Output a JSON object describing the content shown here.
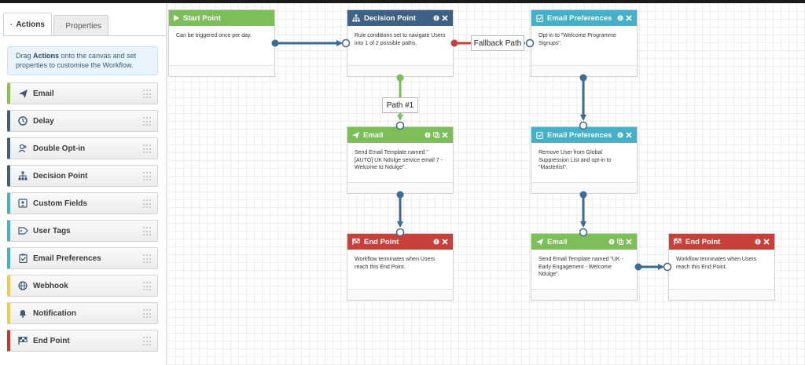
{
  "sidebar": {
    "tabs": [
      {
        "label": "Actions"
      },
      {
        "label": "Properties"
      }
    ],
    "info": {
      "prefix": "Drag ",
      "bold": "Actions",
      "suffix": " onto the canvas and set properties to customise the Workflow."
    },
    "actions": [
      {
        "label": "Email",
        "icon": "paper-plane-icon",
        "color": "#8bc34a"
      },
      {
        "label": "Delay",
        "icon": "clock-icon",
        "color": "#3f5f7a"
      },
      {
        "label": "Double Opt-in",
        "icon": "user-plus-icon",
        "color": "#3f5f7a"
      },
      {
        "label": "Decision Point",
        "icon": "sitemap-icon",
        "color": "#3f5f7a"
      },
      {
        "label": "Custom Fields",
        "icon": "id-card-icon",
        "color": "#45b1c9"
      },
      {
        "label": "User Tags",
        "icon": "tag-icon",
        "color": "#45b1c9"
      },
      {
        "label": "Email Preferences",
        "icon": "checklist-icon",
        "color": "#45b1c9"
      },
      {
        "label": "Webhook",
        "icon": "globe-icon",
        "color": "#f2c94c"
      },
      {
        "label": "Notification",
        "icon": "bell-icon",
        "color": "#f2c94c"
      },
      {
        "label": "End Point",
        "icon": "flag-icon",
        "color": "#c0392b"
      }
    ]
  },
  "canvas": {
    "nodes": {
      "start": {
        "title": "Start Point",
        "body": "Can be triggered once per day.",
        "color": "#7cbf58"
      },
      "decision": {
        "title": "Decision Point",
        "body": "Rule conditions set to navigate Users into 1 of 2 possible paths.",
        "color": "#3e6285"
      },
      "pref1": {
        "title": "Email Preferences",
        "body": "Opt-in to \"Welcome Programme Signups\".",
        "color": "#45b1c9"
      },
      "email1": {
        "title": "Email",
        "body": "Send Email Template named \"[AUTO] UK Ndulge service email 7 - Welcome to Ndulge\".",
        "color": "#7cbf58"
      },
      "pref2": {
        "title": "Email Preferences",
        "body": "Remove User from Global Suppression List and opt-in to \"Masterlist\".",
        "color": "#45b1c9"
      },
      "end1": {
        "title": "End Point",
        "body": "Workflow terminates when Users reach this End Point.",
        "color": "#c8403a"
      },
      "email2": {
        "title": "Email",
        "body": "Send Email Template named \"UK - Early Engagement - Welcome Ndulge\".",
        "color": "#7cbf58"
      },
      "end2": {
        "title": "End Point",
        "body": "Workflow terminates when Users reach this End Point.",
        "color": "#c8403a"
      }
    },
    "labels": {
      "fallback": "Fallback Path",
      "path1": "Path #1"
    }
  }
}
